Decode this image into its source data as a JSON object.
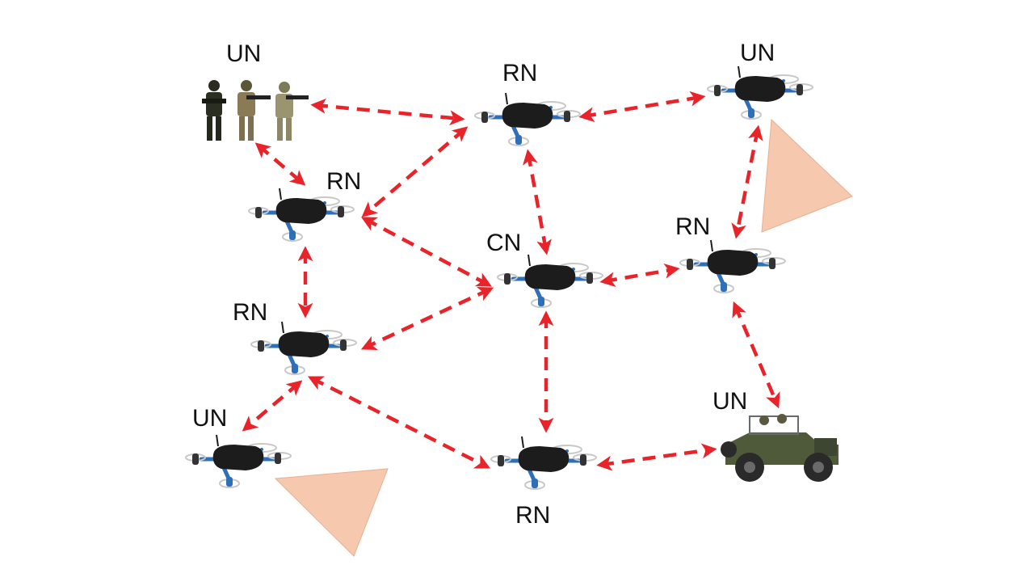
{
  "colors": {
    "link_arrow": "#e8242a",
    "coverage_triangle": "#f6c9ae",
    "drone_body": "#1c1c1c",
    "drone_arm": "#2f6fb8",
    "rotor": "#c8c8c8"
  },
  "nodes": [
    {
      "id": "soldiers",
      "label": "UN",
      "kind": "soldiers-icon"
    },
    {
      "id": "rn_top",
      "label": "RN",
      "kind": "drone-icon"
    },
    {
      "id": "un_top_right",
      "label": "UN",
      "kind": "drone-icon"
    },
    {
      "id": "rn_left_upper",
      "label": "RN",
      "kind": "drone-icon"
    },
    {
      "id": "cn_center",
      "label": "CN",
      "kind": "drone-icon"
    },
    {
      "id": "rn_right",
      "label": "RN",
      "kind": "drone-icon"
    },
    {
      "id": "rn_left_lower",
      "label": "RN",
      "kind": "drone-icon"
    },
    {
      "id": "un_bottom_left",
      "label": "UN",
      "kind": "drone-icon"
    },
    {
      "id": "rn_bottom",
      "label": "RN",
      "kind": "drone-icon"
    },
    {
      "id": "jeep",
      "label": "UN",
      "kind": "jeep-icon"
    }
  ],
  "links": [
    [
      "soldiers",
      "rn_top"
    ],
    [
      "rn_top",
      "un_top_right"
    ],
    [
      "soldiers",
      "rn_left_upper"
    ],
    [
      "rn_top",
      "rn_left_upper"
    ],
    [
      "rn_top",
      "cn_center"
    ],
    [
      "un_top_right",
      "rn_right"
    ],
    [
      "rn_left_upper",
      "cn_center"
    ],
    [
      "rn_left_upper",
      "rn_left_lower"
    ],
    [
      "cn_center",
      "rn_right"
    ],
    [
      "cn_center",
      "rn_left_lower"
    ],
    [
      "cn_center",
      "rn_bottom"
    ],
    [
      "rn_left_lower",
      "un_bottom_left"
    ],
    [
      "rn_left_lower",
      "rn_bottom"
    ],
    [
      "rn_right",
      "jeep"
    ],
    [
      "rn_bottom",
      "jeep"
    ]
  ]
}
